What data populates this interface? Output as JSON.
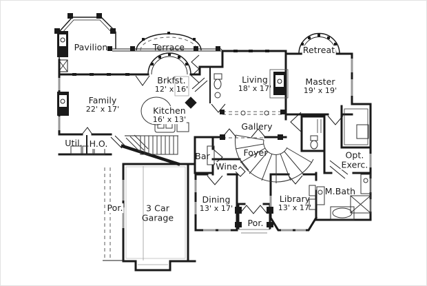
{
  "plan": {
    "colors": {
      "wall": "#1a1a1a",
      "window": "#9a9a9a",
      "background": "#ffffff"
    },
    "rooms": {
      "pavilion": {
        "label": "Pavilion"
      },
      "terrace": {
        "label": "Terrace"
      },
      "brkfst": {
        "label": "Brkfst.",
        "dims": "12' x 16'"
      },
      "family": {
        "label": "Family",
        "dims": "22' x 17'"
      },
      "kitchen": {
        "label": "Kitchen",
        "dims": "16' x 13'"
      },
      "living": {
        "label": "Living",
        "dims": "18' x 17'"
      },
      "retreat": {
        "label": "Retreat"
      },
      "master": {
        "label": "Master",
        "dims": "19' x 19'"
      },
      "gallery": {
        "label": "Gallery"
      },
      "util": {
        "label": "Util."
      },
      "ho": {
        "label": "H.O."
      },
      "bar": {
        "label": "Bar"
      },
      "wine": {
        "label": "Wine"
      },
      "foyer": {
        "label": "Foyer"
      },
      "optexerc": {
        "label": "Opt.",
        "label2": "Exerc."
      },
      "mbath": {
        "label": "M.Bath"
      },
      "dining": {
        "label": "Dining",
        "dims": "13' x 17'"
      },
      "library": {
        "label": "Library",
        "dims": "13' x 17'"
      },
      "porchleft": {
        "label": "Por."
      },
      "garage": {
        "label": "3 Car",
        "label2": "Garage"
      },
      "porchfront": {
        "label": "Por."
      }
    }
  }
}
